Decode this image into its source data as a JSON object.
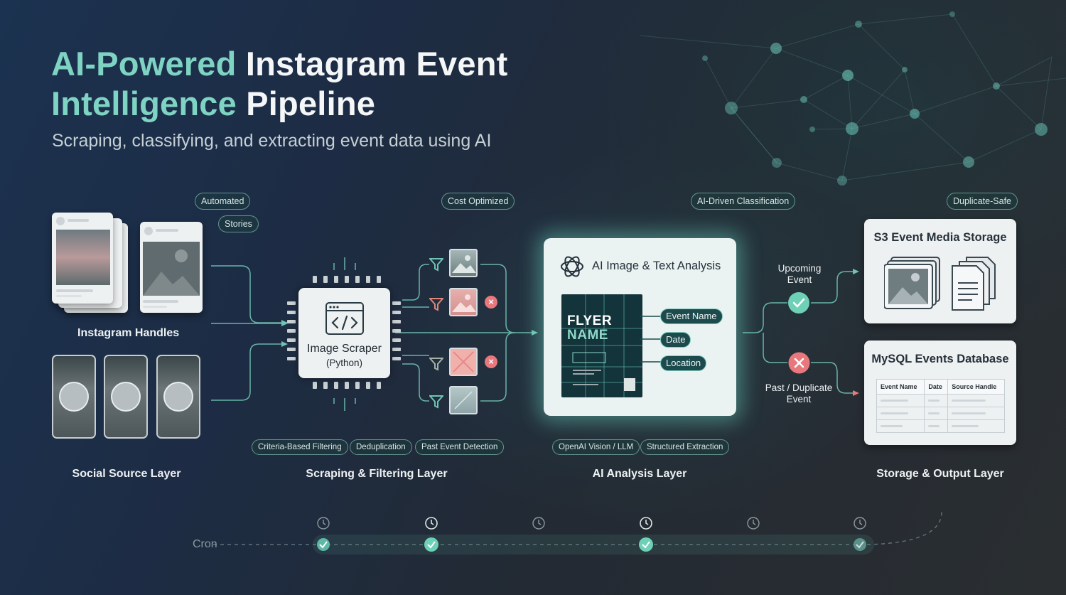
{
  "title": {
    "highlight1": "AI-Powered",
    "rest1": "Instagram Event",
    "highlight2": "Intelligence",
    "rest2": "Pipeline"
  },
  "subtitle": "Scraping, classifying, and extracting event data using AI",
  "tags": {
    "automated": "Automated",
    "stories": "Stories",
    "cost_optimized": "Cost Optimized",
    "ai_classification": "AI-Driven Classification",
    "duplicate_safe": "Duplicate-Safe"
  },
  "source": {
    "handles_label": "Instagram Handles",
    "layer_label": "Social Source Layer"
  },
  "scraper": {
    "name": "Image Scraper",
    "lang": "(Python)",
    "layer_label": "Scraping & Filtering Layer",
    "features": [
      "Criteria-Based Filtering",
      "Deduplication",
      "Past Event Detection"
    ]
  },
  "ai": {
    "title": "AI Image & Text Analysis",
    "flyer_lines": [
      "FLYER",
      "NAME"
    ],
    "fields": [
      "Event Name",
      "Date",
      "Location"
    ],
    "features": [
      "OpenAI Vision / LLM",
      "Structured Extraction"
    ],
    "layer_label": "AI Analysis Layer"
  },
  "decisions": {
    "upcoming": "Upcoming Event",
    "past": "Past / Duplicate Event"
  },
  "storage": {
    "s3_title": "S3 Event Media Storage",
    "db_title": "MySQL Events Database",
    "table_headers": [
      "Event Name",
      "Date",
      "Source Handle"
    ],
    "layer_label": "Storage & Output Layer"
  },
  "cron_label": "Cron",
  "colors": {
    "accent": "#7fd3c3",
    "reject": "#e8787c",
    "success": "#6fd0b8"
  }
}
